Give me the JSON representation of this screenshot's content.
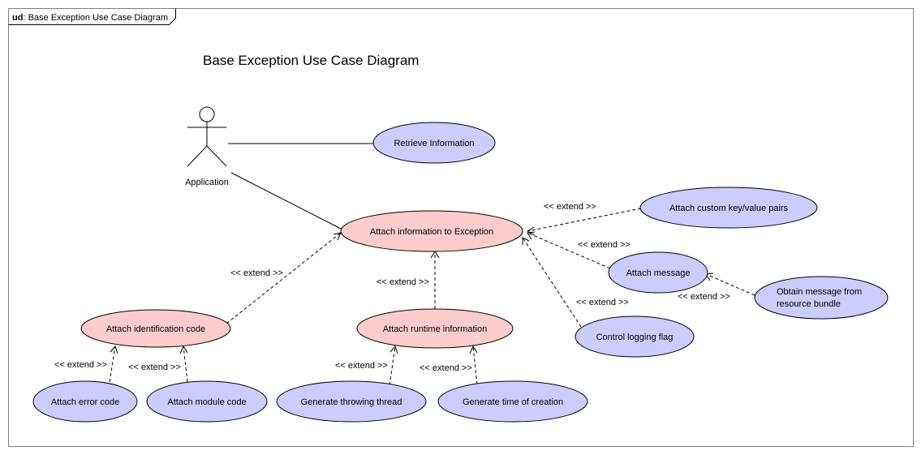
{
  "frame": {
    "keyword": "ud",
    "name": "Base Exception Use Case Diagram"
  },
  "title": "Base Exception Use Case Diagram",
  "actor": {
    "name": "Application"
  },
  "use_cases": {
    "retrieve_information": "Retrieve Information",
    "attach_information": "Attach information to Exception",
    "attach_custom_pairs": "Attach custom key/value pairs",
    "attach_message": "Attach message",
    "obtain_message_line1": "Obtain message from",
    "obtain_message_line2": "resource bundle",
    "control_logging": "Control logging flag",
    "attach_identification": "Attach identification code",
    "attach_runtime": "Attach runtime information",
    "attach_error_code": "Attach error code",
    "attach_module_code": "Attach module code",
    "generate_thread": "Generate throwing thread",
    "generate_time": "Generate time of creation"
  },
  "stereotypes": {
    "extend": "<< extend >>"
  },
  "colors": {
    "primary_use_case": "#ffcccc",
    "secondary_use_case": "#ccccff"
  }
}
